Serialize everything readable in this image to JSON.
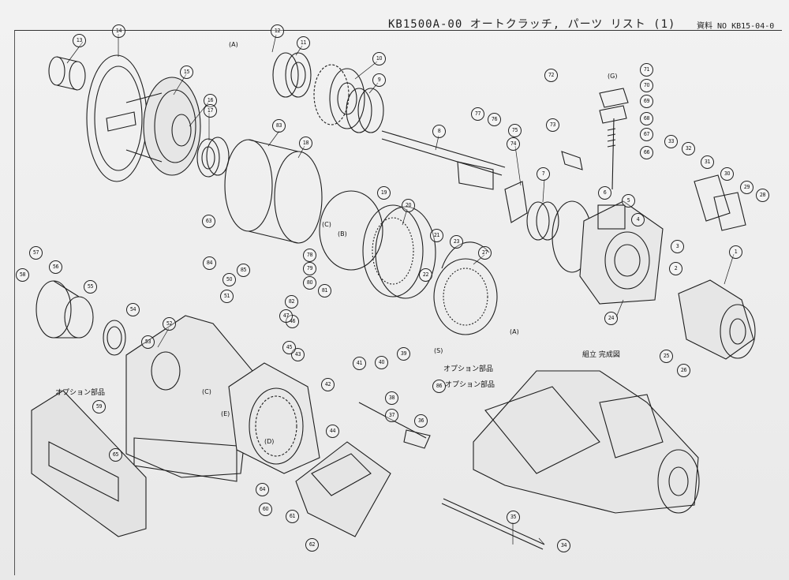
{
  "header": {
    "title": "KB1500A-00 オートクラッチ, パーツ リスト (1)",
    "doc_number": "資料 NO KB15-04-0"
  },
  "notes": {
    "assembly": "組立 完成図",
    "option_parts": "オプション部品"
  },
  "ref_letters": {
    "A": "(A)",
    "B": "(B)",
    "C": "(C)",
    "D": "(D)",
    "E": "(E)",
    "G": "(G)",
    "S": "(S)"
  },
  "parts": [
    "1",
    "2",
    "3",
    "4",
    "5",
    "6",
    "7",
    "8",
    "9",
    "10",
    "11",
    "12",
    "13",
    "14",
    "15",
    "16",
    "17",
    "18",
    "19",
    "20",
    "21",
    "22",
    "23",
    "24",
    "25",
    "26",
    "27",
    "28",
    "29",
    "30",
    "31",
    "32",
    "33",
    "34",
    "35",
    "36",
    "37",
    "38",
    "39",
    "40",
    "41",
    "42",
    "43",
    "44",
    "45",
    "46",
    "47",
    "50",
    "51",
    "52",
    "53",
    "54",
    "55",
    "56",
    "57",
    "58",
    "59",
    "60",
    "61",
    "62",
    "63",
    "64",
    "65",
    "66",
    "67",
    "68",
    "69",
    "70",
    "71",
    "72",
    "73",
    "74",
    "75",
    "76",
    "77",
    "78",
    "79",
    "80",
    "81",
    "82",
    "83",
    "84",
    "85",
    "86"
  ]
}
